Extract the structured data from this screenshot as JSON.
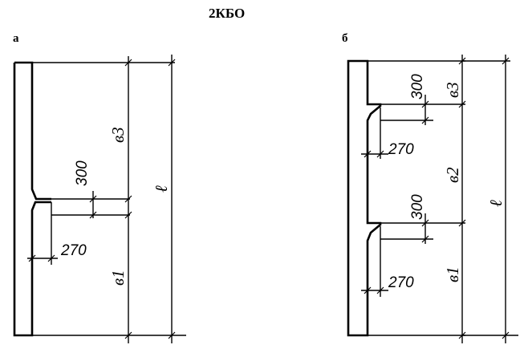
{
  "title": "2КБО",
  "panel_a": {
    "label": "а",
    "dim_offset": "300",
    "dim_width": "270",
    "sym_b3": "в3",
    "sym_b1": "в1",
    "sym_l": "ℓ"
  },
  "panel_b": {
    "label": "б",
    "dim_offset_top": "300",
    "dim_width_top": "270",
    "dim_offset_bottom": "300",
    "dim_width_bottom": "270",
    "sym_b3": "в3",
    "sym_b2": "в2",
    "sym_b1": "в1",
    "sym_l": "ℓ"
  }
}
